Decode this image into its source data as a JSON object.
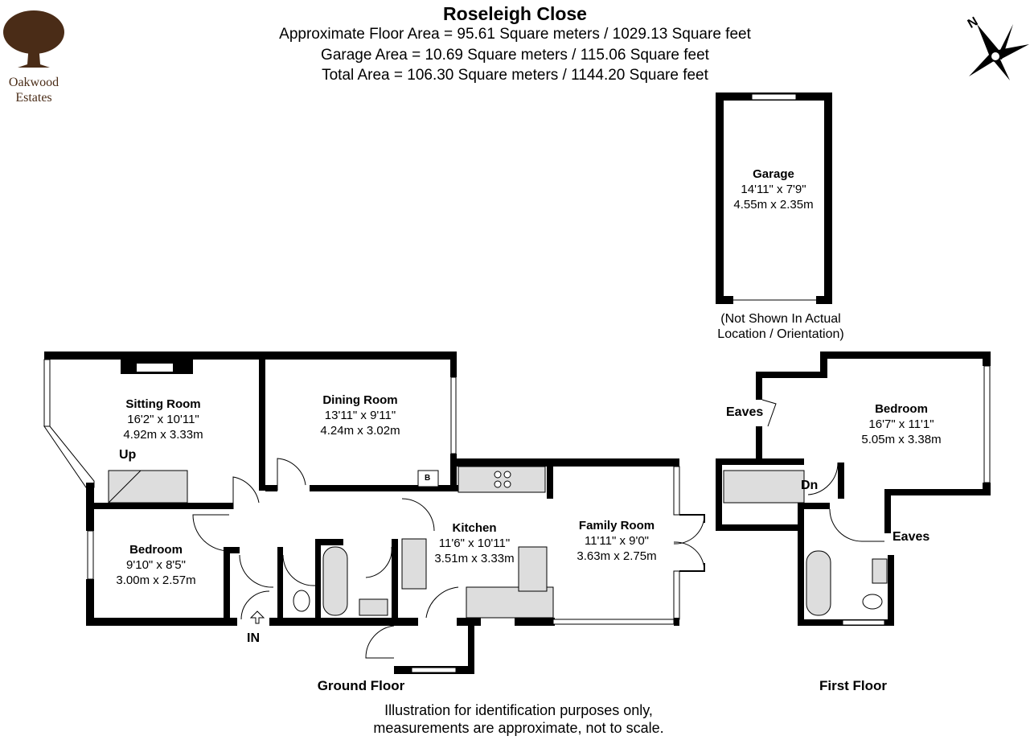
{
  "title": "Roseleigh Close",
  "areas": [
    "Approximate Floor Area = 95.61 Square meters / 1029.13 Square feet",
    "Garage Area = 10.69 Square meters / 115.06 Square feet",
    "Total Area = 106.30 Square meters / 1144.20 Square feet"
  ],
  "logo": {
    "line1": "Oakwood",
    "line2": "Estates",
    "icon": "oak-tree-icon"
  },
  "compass": {
    "label": "N",
    "icon": "compass-icon"
  },
  "garage": {
    "name": "Garage",
    "imperial": "14'11\" x 7'9\"",
    "metric": "4.55m x 2.35m",
    "note1": "(Not Shown In Actual",
    "note2": "Location / Orientation)"
  },
  "ground_floor": {
    "label": "Ground Floor",
    "rooms": [
      {
        "name": "Sitting Room",
        "imperial": "16'2\" x 10'11\"",
        "metric": "4.92m x 3.33m"
      },
      {
        "name": "Dining Room",
        "imperial": "13'11\" x 9'11\"",
        "metric": "4.24m x 3.02m"
      },
      {
        "name": "Bedroom",
        "imperial": "9'10\" x 8'5\"",
        "metric": "3.00m x 2.57m"
      },
      {
        "name": "Kitchen",
        "imperial": "11'6\" x 10'11\"",
        "metric": "3.51m x 3.33m"
      },
      {
        "name": "Family Room",
        "imperial": "11'11\" x 9'0\"",
        "metric": "3.63m x 2.75m"
      }
    ],
    "up": "Up",
    "entrance": "IN",
    "boiler": "B"
  },
  "first_floor": {
    "label": "First Floor",
    "rooms": [
      {
        "name": "Bedroom",
        "imperial": "16'7\" x 11'1\"",
        "metric": "5.05m x 3.38m"
      }
    ],
    "eaves1": "Eaves",
    "eaves2": "Eaves",
    "down": "Dn"
  },
  "disclaimer": [
    "Illustration for identification purposes only,",
    "measurements are approximate, not to scale."
  ]
}
